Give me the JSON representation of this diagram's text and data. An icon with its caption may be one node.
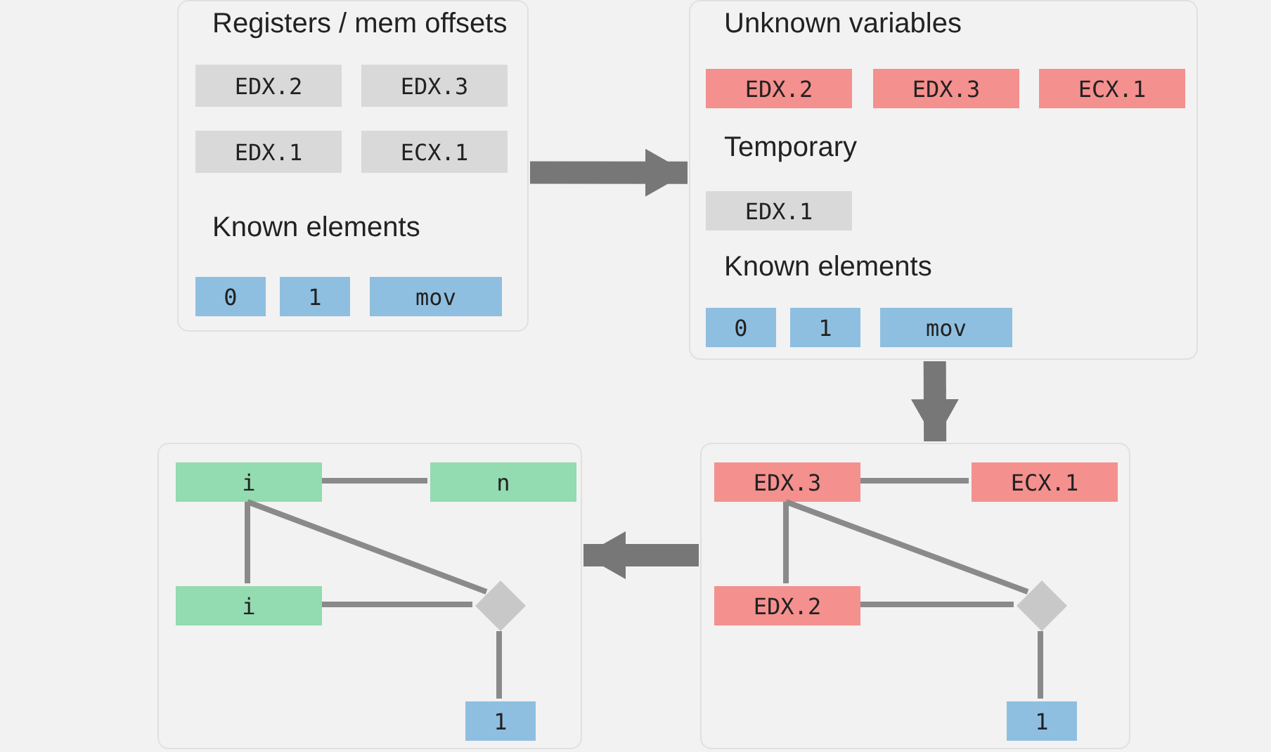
{
  "diagram": {
    "nodes": [
      {
        "text": [],
        "shape": "box"
      },
      {
        "text": [
          "Registers / mem offsets"
        ],
        "in": 0
      },
      {
        "text": [
          "EDX.2"
        ],
        "in": 1
      },
      {
        "text": [
          "EDX.3"
        ],
        "in": 1
      },
      {
        "text": [
          "EDX.1"
        ],
        "in": 1
      },
      {
        "text": [
          "ECX.1"
        ],
        "in": 1
      },
      {
        "text": [
          "Known elements"
        ],
        "in": 0
      },
      {
        "text": [
          "0"
        ],
        "in": 6
      },
      {
        "text": [
          "1"
        ],
        "in": 6
      },
      {
        "text": [
          "mov"
        ],
        "in": 6
      },
      {
        "text": [],
        "shape": "box"
      },
      {
        "text": [
          "Unknown variables"
        ],
        "in": 10
      },
      {
        "text": [
          "EDX.2"
        ],
        "in": 11
      },
      {
        "text": [
          "EDX.3"
        ],
        "in": 11
      },
      {
        "text": [
          "ECX.1"
        ],
        "in": 11
      },
      {
        "text": [
          "Temporary"
        ],
        "in": 10
      },
      {
        "text": [
          "EDX.1"
        ],
        "in": 15
      },
      {
        "text": [
          "Known elements"
        ],
        "in": 10
      },
      {
        "text": [
          "0"
        ],
        "in": 17
      },
      {
        "text": [
          "1"
        ],
        "in": 17
      },
      {
        "text": [
          "mov"
        ],
        "in": 17
      },
      {
        "text": [],
        "shape": "box"
      },
      {
        "text": [
          "EDX.3"
        ],
        "in": 21
      },
      {
        "text": [
          "ECX.1"
        ],
        "in": 21
      },
      {
        "text": [
          "EDX.2"
        ],
        "in": 21
      },
      {
        "text": [],
        "shape": "diamond",
        "in": 21
      },
      {
        "text": [
          "1"
        ],
        "in": 21
      },
      {
        "text": [],
        "shape": "box"
      },
      {
        "text": [
          "i"
        ],
        "in": 27
      },
      {
        "text": [
          "n"
        ],
        "in": 27
      },
      {
        "text": [
          "i"
        ],
        "in": 27
      },
      {
        "text": [],
        "shape": "diamond",
        "in": 27
      },
      {
        "text": [
          "1"
        ],
        "in": 27
      }
    ],
    "edges": [
      {
        "from": 0,
        "to": 10,
        "arrow": "to",
        "style": "thick"
      },
      {
        "from": 10,
        "to": 21,
        "arrow": "to",
        "style": "thick"
      },
      {
        "from": 22,
        "to": 23,
        "arrow": "none"
      },
      {
        "from": 22,
        "to": 24,
        "arrow": "none"
      },
      {
        "from": 22,
        "to": 25,
        "arrow": "none"
      },
      {
        "from": 24,
        "to": 25,
        "arrow": "none"
      },
      {
        "from": 25,
        "to": 26,
        "arrow": "none"
      },
      {
        "from": 21,
        "to": 27,
        "arrow": "to",
        "style": "thick"
      },
      {
        "from": 28,
        "to": 29,
        "arrow": "none"
      },
      {
        "from": 28,
        "to": 30,
        "arrow": "none"
      },
      {
        "from": 28,
        "to": 31,
        "arrow": "none"
      },
      {
        "from": 30,
        "to": 31,
        "arrow": "none"
      },
      {
        "from": 31,
        "to": 32,
        "arrow": "none"
      }
    ]
  }
}
